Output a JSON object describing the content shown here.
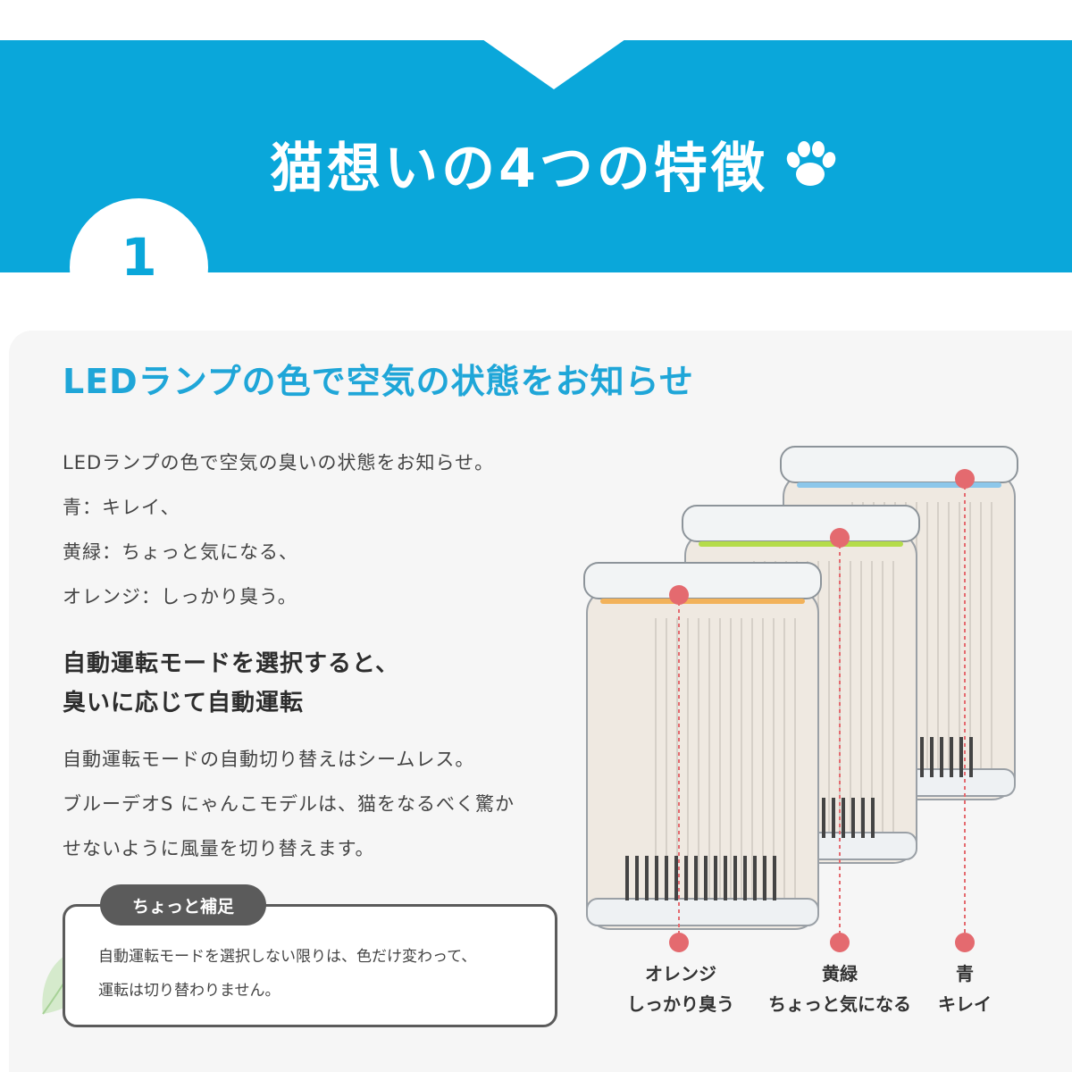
{
  "header": {
    "title": "猫想いの4つの特徴",
    "paw_icon": "paw-icon",
    "number": "1",
    "banner_color": "#0aa7da"
  },
  "feature": {
    "heading": "LEDランプの色で空気の状態をお知らせ",
    "intro": "LEDランプの色で空気の臭いの状態をお知らせ。",
    "status_lines": [
      "青：キレイ、",
      "黄緑：ちょっと気になる、",
      "オレンジ：しっかり臭う。"
    ],
    "sub_heading_lines": [
      "自動運転モードを選択すると、",
      "臭いに応じて自動運転"
    ],
    "desc_lines": [
      "自動運転モードの自動切り替えはシームレス。",
      "ブルーデオS にゃんこモデルは、猫をなるべく驚か",
      "せないように風量を切り替えます。"
    ],
    "heading_color": "#1fa6d8"
  },
  "note": {
    "tab_label": "ちょっと補足",
    "lines": [
      "自動運転モードを選択しない限りは、色だけ変わって、",
      "運転は切り替わりません。"
    ]
  },
  "purifiers": [
    {
      "color_name": "オレンジ",
      "status": "しっかり臭う",
      "led_color": "#f2b25a"
    },
    {
      "color_name": "黄緑",
      "status": "ちょっと気になる",
      "led_color": "#b5dc4a"
    },
    {
      "color_name": "青",
      "status": "キレイ",
      "led_color": "#8cc7ea"
    }
  ],
  "marker_color": "#e46a6f"
}
